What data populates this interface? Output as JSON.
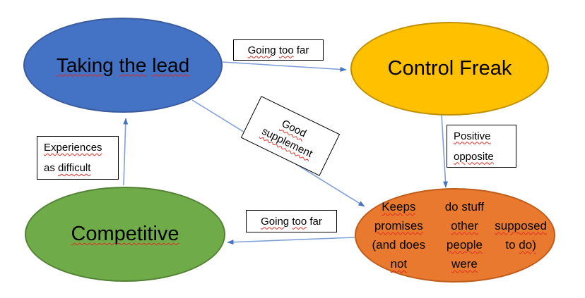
{
  "colors": {
    "connector": "#7F9FD8",
    "arrowhead": "#4472C4",
    "squiggle": "#E02B20",
    "box-border": "#000000",
    "text": "#000000"
  },
  "diagram": {
    "nodes": [
      {
        "id": "taking-lead",
        "fill": "#4472C4",
        "border": "#3A5C9E",
        "text_plain": "Taking the lead",
        "label": [
          [
            {
              "t": "Taking",
              "sq": true
            },
            {
              "t": " "
            },
            {
              "t": "the",
              "sq": true
            },
            {
              "t": " "
            },
            {
              "t": "lead",
              "sq": true
            }
          ]
        ]
      },
      {
        "id": "control-freak",
        "fill": "#FFC000",
        "border": "#BF9000",
        "text_plain": "Control Freak",
        "label": [
          [
            {
              "t": "Control Freak"
            }
          ]
        ]
      },
      {
        "id": "competitive",
        "fill": "#6FAC49",
        "border": "#548235",
        "text_plain": "Competitive",
        "label": [
          [
            {
              "t": "Competitive",
              "sq": true
            }
          ]
        ]
      },
      {
        "id": "keeps-promises",
        "fill": "#E8792F",
        "border": "#C05C1A",
        "text_plain": "Keeps promises (and does not do stuff other people were supposed to do)",
        "label": [
          [
            {
              "t": "Keeps",
              "sq": true
            },
            {
              "t": " "
            },
            {
              "t": "promises",
              "sq": true
            },
            {
              "t": " (and does "
            },
            {
              "t": "not",
              "sq": true
            }
          ],
          [
            {
              "t": "do stuff "
            },
            {
              "t": "other",
              "sq": true
            },
            {
              "t": " "
            },
            {
              "t": "people",
              "sq": true
            },
            {
              "t": " "
            },
            {
              "t": "were",
              "sq": true
            }
          ],
          [
            {
              "t": "supposed",
              "sq": true
            },
            {
              "t": " to "
            },
            {
              "t": "do)",
              "sq": true
            }
          ]
        ]
      }
    ],
    "edges": [
      {
        "id": "going-too-far-top",
        "from": "taking-lead",
        "to": "control-freak",
        "text_plain": "Going too far",
        "label": [
          [
            {
              "t": "Going",
              "sq": true
            },
            {
              "t": " "
            },
            {
              "t": "too",
              "sq": true
            },
            {
              "t": " far"
            }
          ]
        ]
      },
      {
        "id": "positive-opposite",
        "from": "control-freak",
        "to": "keeps-promises",
        "text_plain": "Positive opposite",
        "label": [
          [
            {
              "t": "Positive",
              "sq": true
            }
          ],
          [
            {
              "t": "opposite",
              "sq": true
            }
          ]
        ]
      },
      {
        "id": "good-supplement",
        "from": "taking-lead",
        "to": "keeps-promises",
        "text_plain": "Good supplement",
        "label": [
          [
            {
              "t": "Good",
              "sq": true
            }
          ],
          [
            {
              "t": "supplement",
              "sq": true
            }
          ]
        ]
      },
      {
        "id": "going-too-far-bottom",
        "from": "keeps-promises",
        "to": "competitive",
        "text_plain": "Going too far",
        "label": [
          [
            {
              "t": "Going",
              "sq": true
            },
            {
              "t": " "
            },
            {
              "t": "too",
              "sq": true
            },
            {
              "t": " far"
            }
          ]
        ]
      },
      {
        "id": "experiences-as-difficult",
        "from": "competitive",
        "to": "taking-lead",
        "text_plain": "Experiences as difficult",
        "label": [
          [
            {
              "t": "Experiences",
              "sq": true
            }
          ],
          [
            {
              "t": "as "
            },
            {
              "t": "difficult",
              "sq": true
            }
          ]
        ]
      }
    ]
  }
}
